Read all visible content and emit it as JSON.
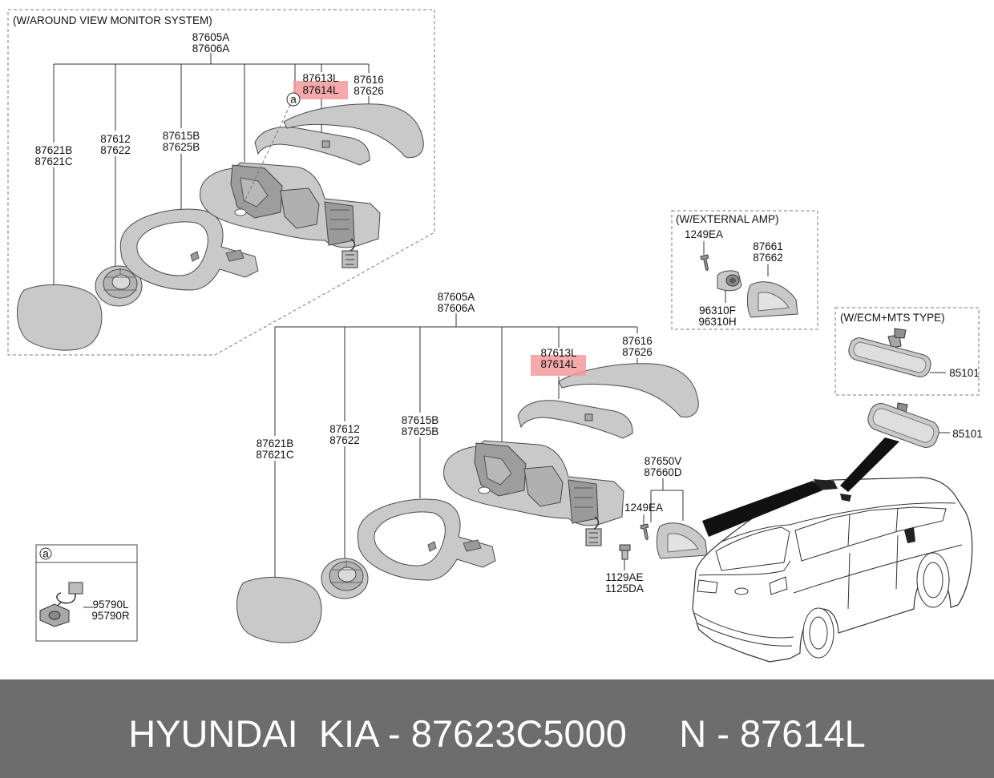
{
  "top_group": {
    "title": "(W/AROUND VIEW MONITOR SYSTEM)",
    "assembly": [
      "87605A",
      "87606A"
    ],
    "glass": [
      "87621B",
      "87621C"
    ],
    "actuator": [
      "87612",
      "87622"
    ],
    "frame": [
      "87615B",
      "87625B"
    ],
    "turn_lamp": [
      "87613L",
      "87614L"
    ],
    "cover": [
      "87616",
      "87626"
    ],
    "callout": "a"
  },
  "main_group": {
    "assembly": [
      "87605A",
      "87606A"
    ],
    "glass": [
      "87621B",
      "87621C"
    ],
    "actuator": [
      "87612",
      "87622"
    ],
    "frame": [
      "87615B",
      "87625B"
    ],
    "turn_lamp": [
      "87613L",
      "87614L"
    ],
    "cover": [
      "87616",
      "87626"
    ],
    "lower_cover": [
      "87650V",
      "87660D"
    ],
    "screw": "1249EA",
    "bolt": [
      "1129AE",
      "1125DA"
    ]
  },
  "external_amp": {
    "title": "(W/EXTERNAL AMP)",
    "screw": "1249EA",
    "cover": [
      "87661",
      "87662"
    ],
    "amp": [
      "96310F",
      "96310H"
    ]
  },
  "ecm_mts": {
    "title": "(W/ECM+MTS TYPE)",
    "mirror": "85101"
  },
  "inside_mirror": "85101",
  "detail_a": {
    "callout": "a",
    "harness": [
      "95790L",
      "95790R"
    ]
  },
  "colors": {
    "highlight": "#f49a9a",
    "part_fill": "#c9c9c9",
    "footer_bg": "#6d6d6d",
    "footer_text": "#ffffff"
  },
  "footer": {
    "text": "HYUNDAI  KIA - 87623C5000     N - 87614L"
  }
}
